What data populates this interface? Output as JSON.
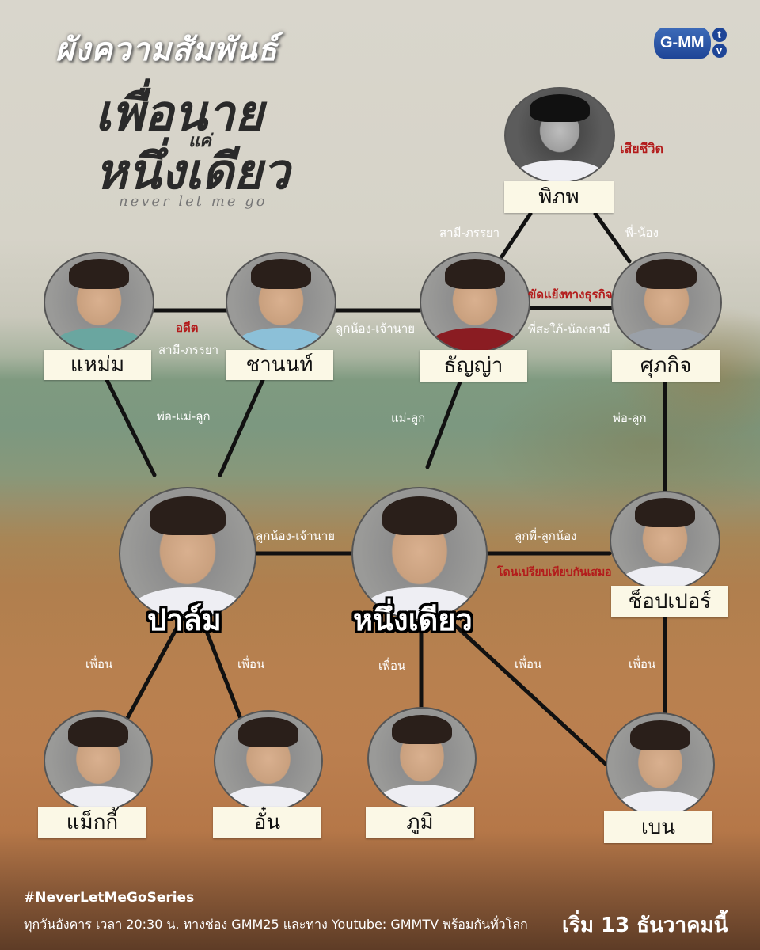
{
  "header": {
    "heading": "ผังความสัมพันธ์",
    "series_title_line1": "เพื่อนาย",
    "series_title_line2": "แค่",
    "series_title_line3": "หนึ่งเดียว",
    "series_title_english": "never let me go",
    "logo_text": "G-MM",
    "logo_tv_top": "t",
    "logo_tv_bottom": "v"
  },
  "colors": {
    "nameplate_bg": "#fbf8e6",
    "relation_white": "#ffffff",
    "relation_red": "#b31b1b",
    "line": "#111111",
    "logo_blue": "#1e4597"
  },
  "characters": {
    "pipop": {
      "name": "พิภพ",
      "status": "เสียชีวิต"
    },
    "maem": {
      "name": "แหม่ม"
    },
    "chanon": {
      "name": "ชานนท์"
    },
    "tanya": {
      "name": "ธัญญ่า"
    },
    "supakit": {
      "name": "ศุภกิจ"
    },
    "palm": {
      "name": "ปาล์ม"
    },
    "nuengdiao": {
      "name": "หนึ่งเดียว"
    },
    "chopper": {
      "name": "ช็อปเปอร์"
    },
    "maggie": {
      "name": "แม็กกี้"
    },
    "un": {
      "name": "อั๋น"
    },
    "phum": {
      "name": "ภูมิ"
    },
    "ben": {
      "name": "เบน"
    }
  },
  "relations": {
    "pipop_tanya": "สามี-ภรรยา",
    "pipop_supakit": "พี่-น้อง",
    "maem_chanon_past": "อดีต",
    "maem_chanon": "สามี-ภรรยา",
    "chanon_tanya": "ลูกน้อง-เจ้านาย",
    "tanya_supakit_conflict": "ขัดแย้งทางธุรกิจ",
    "tanya_supakit": "พี่สะใภ้-น้องสามี",
    "parents_palm": "พ่อ-แม่-ลูก",
    "tanya_nuengdiao": "แม่-ลูก",
    "supakit_chopper": "พ่อ-ลูก",
    "palm_nuengdiao": "ลูกน้อง-เจ้านาย",
    "nuengdiao_chopper": "ลูกพี่-ลูกน้อง",
    "nuengdiao_chopper_note": "โดนเปรียบเทียบกันเสมอ",
    "palm_maggie": "เพื่อน",
    "palm_un": "เพื่อน",
    "nuengdiao_phum": "เพื่อน",
    "nuengdiao_ben": "เพื่อน",
    "chopper_ben": "เพื่อน"
  },
  "footer": {
    "hashtag": "#NeverLetMeGoSeries",
    "schedule": "ทุกวันอังคาร เวลา 20:30 น. ทางช่อง GMM25 และทาง Youtube: GMMTV พร้อมกันทั่วโลก",
    "premiere": "เริ่ม 13 ธันวาคมนี้"
  }
}
